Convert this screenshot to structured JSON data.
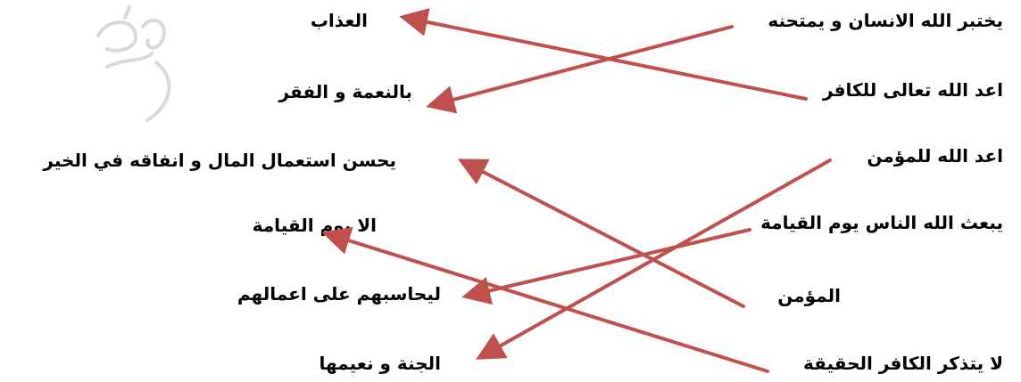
{
  "exercise": {
    "right_items": [
      "يختبر الله الانسان و يمتحنه",
      "اعد الله تعالى للكافر",
      "اعد الله للمؤمن",
      "يبعث الله الناس يوم القيامة",
      "المؤمن",
      "لا يتذكر الكافر الحقيقة"
    ],
    "left_items": [
      "العذاب",
      "بالنعمة و الفقر",
      "يحسن استعمال المال و انفاقه في الخير",
      "الا يوم القيامة",
      "ليحاسبهم على اعمالهم",
      "الجنة و نعيمها"
    ]
  },
  "colors": {
    "arrow": "#c0504d",
    "watermark": "#d9d9d9"
  },
  "icons": {
    "watermark": "calligraphy-watermark"
  }
}
